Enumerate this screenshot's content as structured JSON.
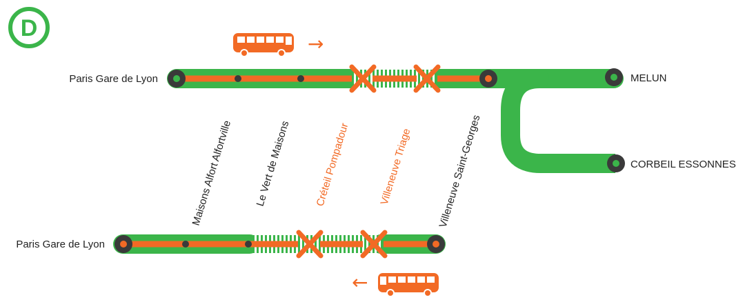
{
  "line": {
    "badge_letter": "D",
    "color": "#3BB54A",
    "service_color": "#F26A25",
    "node_color": "#3A3A3A",
    "label_color": "#222222",
    "interrupted_label_color": "#F26A25"
  },
  "termini": {
    "north_start": "Paris Gare de Lyon",
    "branch_melun": "MELUN",
    "branch_corbeil": "CORBEIL ESSONNES",
    "south_start": "Paris Gare de Lyon"
  },
  "stations": [
    {
      "name": "Maisons Alfort Alfortville",
      "status": "served"
    },
    {
      "name": "Le Vert de Maisons",
      "status": "served"
    },
    {
      "name": "Créteil Pompadour",
      "status": "closed"
    },
    {
      "name": "Villeneuve Triage",
      "status": "closed"
    },
    {
      "name": "Villeneuve Saint-Georges",
      "status": "served"
    }
  ],
  "replacement_bus": {
    "northbound_direction": "→",
    "southbound_direction": "←",
    "icon": "bus-icon"
  }
}
